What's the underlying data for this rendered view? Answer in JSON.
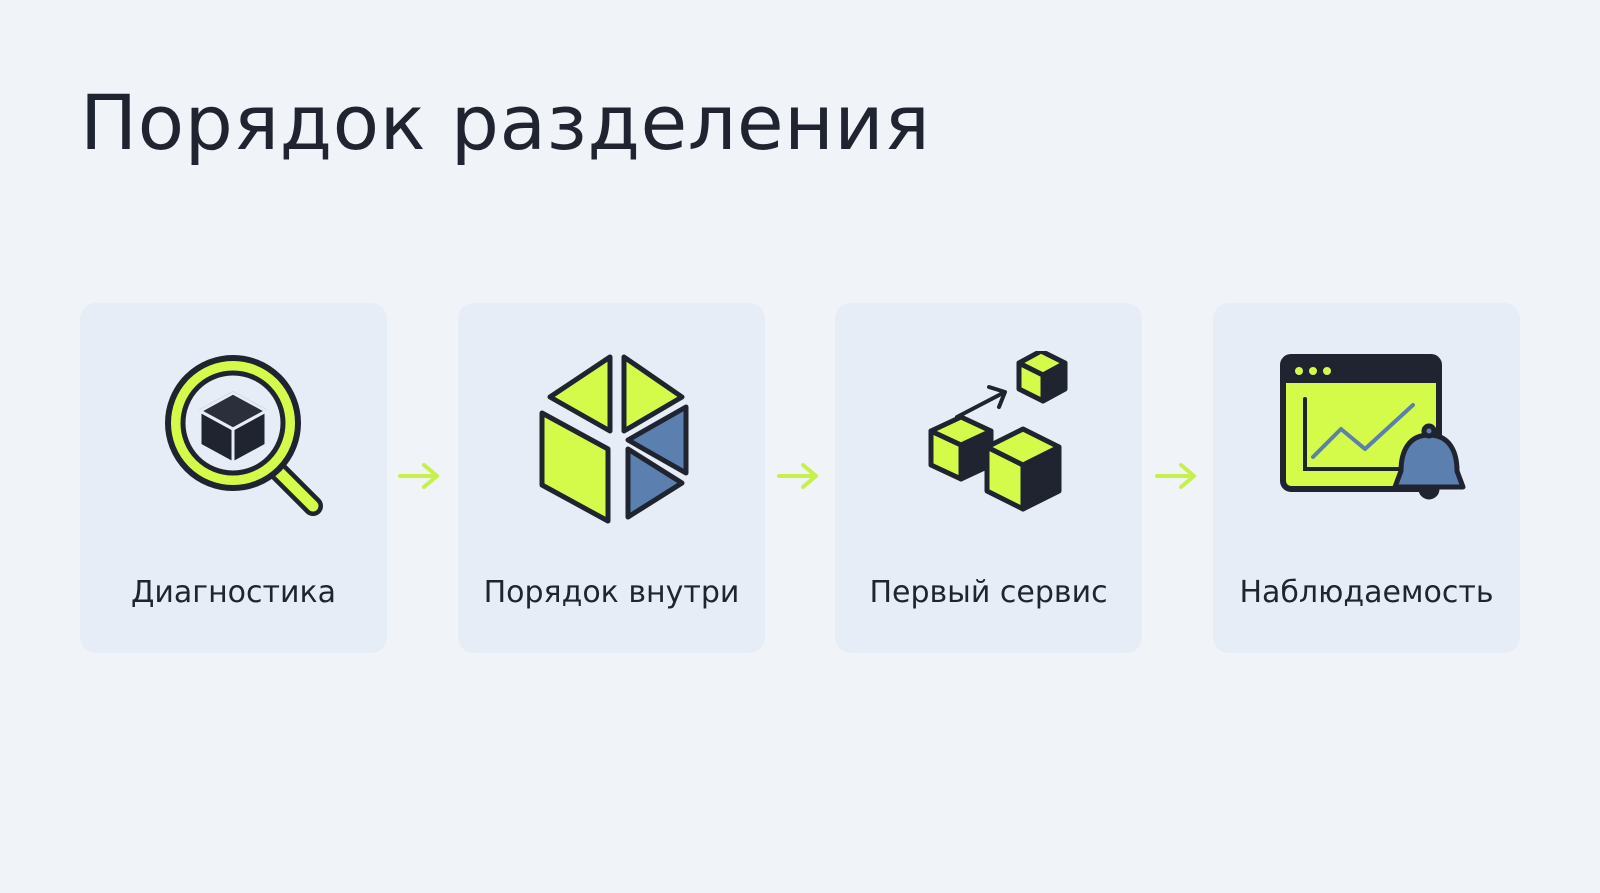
{
  "title": "Порядок разделения",
  "steps": [
    {
      "label": "Диагностика",
      "icon": "magnifier-cube-icon"
    },
    {
      "label": "Порядок внутри",
      "icon": "segmented-hexagon-icon"
    },
    {
      "label": "Первый сервис",
      "icon": "cubes-extract-icon"
    },
    {
      "label": "Наблюдаемость",
      "icon": "monitor-chart-bell-icon"
    }
  ],
  "colors": {
    "background": "#f0f3f8",
    "card": "#e6edf6",
    "accent_lime": "#d4fb4a",
    "accent_blue": "#5b7fae",
    "outline": "#1f2430",
    "arrow": "#c8f04a"
  }
}
